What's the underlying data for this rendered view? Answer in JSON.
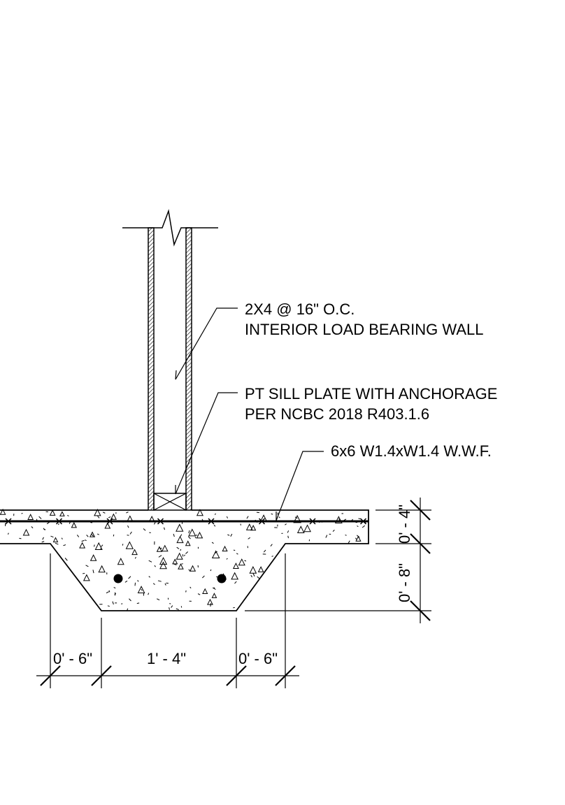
{
  "annotations": {
    "wall_line1": "2X4 @ 16\" O.C.",
    "wall_line2": "INTERIOR LOAD BEARING WALL",
    "sill_line1": "PT SILL PLATE WITH ANCHORAGE",
    "sill_line2": "PER NCBC 2018 R403.1.6",
    "mesh": "6x6 W1.4xW1.4 W.W.F."
  },
  "dimensions": {
    "left_taper": "0' - 6\"",
    "bottom_width": "1' - 4\"",
    "right_taper": "0' - 6\"",
    "slab_thickness": "0' - 4\"",
    "footing_depth": "0' - 8\""
  }
}
